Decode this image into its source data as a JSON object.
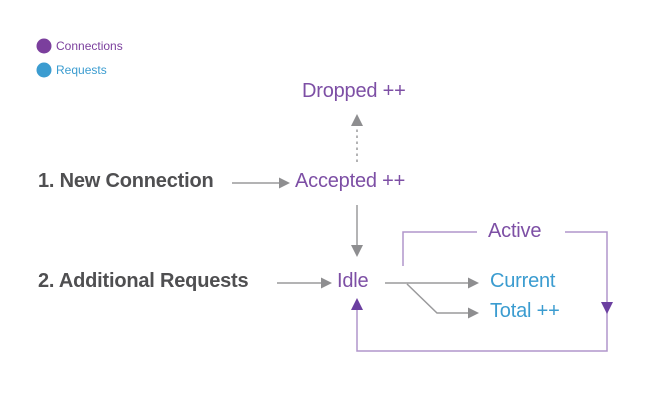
{
  "diagram": {
    "title_hint": "connection and request state flow",
    "legend": {
      "items": [
        {
          "label": "Connections",
          "color": "#7b3f9d"
        },
        {
          "label": "Requests",
          "color": "#3b9cd0"
        }
      ]
    },
    "steps": {
      "step1": "1. New Connection",
      "step2": "2. Additional Requests"
    },
    "nodes": {
      "dropped": "Dropped ++",
      "accepted": "Accepted ++",
      "idle": "Idle",
      "active": "Active",
      "current": "Current",
      "total": "Total ++"
    },
    "edges": [
      {
        "from": "1. New Connection",
        "to": "Accepted ++",
        "style": "solid gray arrow"
      },
      {
        "from": "Accepted ++",
        "to": "Dropped ++",
        "style": "dashed gray arrow up"
      },
      {
        "from": "Accepted ++",
        "to": "Idle",
        "style": "solid gray arrow down"
      },
      {
        "from": "2. Additional Requests",
        "to": "Idle",
        "style": "solid gray arrow"
      },
      {
        "from": "Idle",
        "to": "Current",
        "style": "solid gray arrow"
      },
      {
        "from": "Idle",
        "to": "Total ++",
        "style": "solid gray elbow arrow"
      },
      {
        "from": "Idle",
        "to": "Active",
        "style": "purple bracket"
      },
      {
        "from": "Active",
        "to": "Idle",
        "style": "purple loop with down and up arrowheads"
      }
    ],
    "colors": {
      "purple_text": "#7d4fa5",
      "purple_line": "#b095cb",
      "purple_arrowhead": "#6b3fa0",
      "blue_text": "#3b9cd0",
      "gray_line": "#9a9a9c",
      "gray_arrowhead": "#8e8e90",
      "dark_text": "#4f4f51",
      "background": "#ffffff"
    }
  }
}
